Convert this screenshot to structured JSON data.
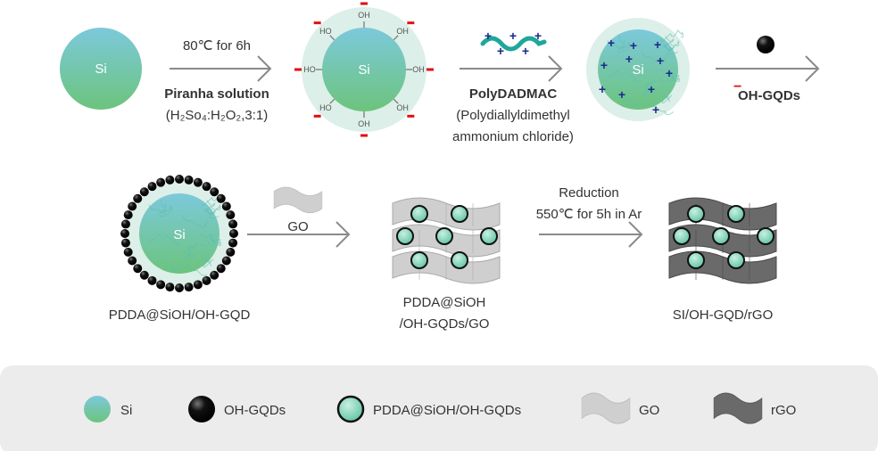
{
  "steps": {
    "step1": {
      "top": "80℃ for 6h",
      "bottom": "Piranha solution",
      "sub": "(H₂So₄:H₂O₂,3:1)"
    },
    "step2": {
      "bottom": "PolyDADMAC",
      "sub1": "(Polydiallyldimethyl",
      "sub2": "ammonium chloride)"
    },
    "step3": {
      "bottom": "OH-GQDs",
      "charge": "−"
    },
    "step4": {
      "top": "GO"
    },
    "step5": {
      "top": "Reduction",
      "sub": "550℃ for 5h in Ar"
    }
  },
  "particles": {
    "si": "Si",
    "oh": "OH",
    "ho": "HO"
  },
  "products": {
    "p1": "PDDA@SiOH/OH-GQD",
    "p2a": "PDDA@SiOH",
    "p2b": "/OH-GQDs/GO",
    "p3": "SI/OH-GQD/rGO"
  },
  "legend": [
    {
      "label": "Si"
    },
    {
      "label": "OH-GQDs"
    },
    {
      "label": "PDDA@SiOH/OH-GQDs"
    },
    {
      "label": "GO"
    },
    {
      "label": "rGO"
    }
  ],
  "colors": {
    "si_top": "#7cc9dc",
    "si_bottom": "#6cc47c",
    "halo": "#dcefe8",
    "charge": "#e01010",
    "polymer": "#1ea79a",
    "plus": "#1a2a8a",
    "go": "#cfcfcf",
    "rgo": "#6a6a6a"
  }
}
